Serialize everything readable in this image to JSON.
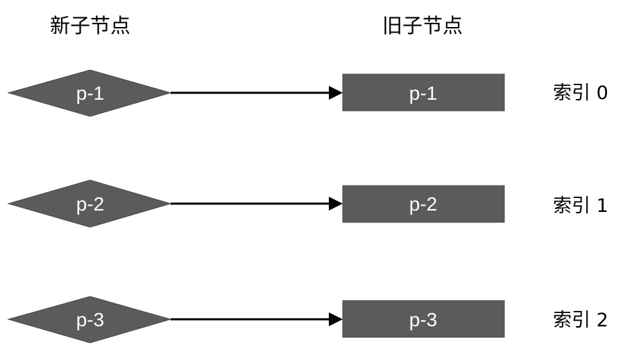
{
  "headers": {
    "new_children": "新子节点",
    "old_children": "旧子节点"
  },
  "rows": [
    {
      "new_label": "p-1",
      "old_label": "p-1",
      "index_label": "索引 0"
    },
    {
      "new_label": "p-2",
      "old_label": "p-2",
      "index_label": "索引 1"
    },
    {
      "new_label": "p-3",
      "old_label": "p-3",
      "index_label": "索引 2"
    }
  ],
  "colors": {
    "node_fill": "#5b5b5b",
    "node_text": "#ffffff",
    "arrow": "#000000"
  }
}
